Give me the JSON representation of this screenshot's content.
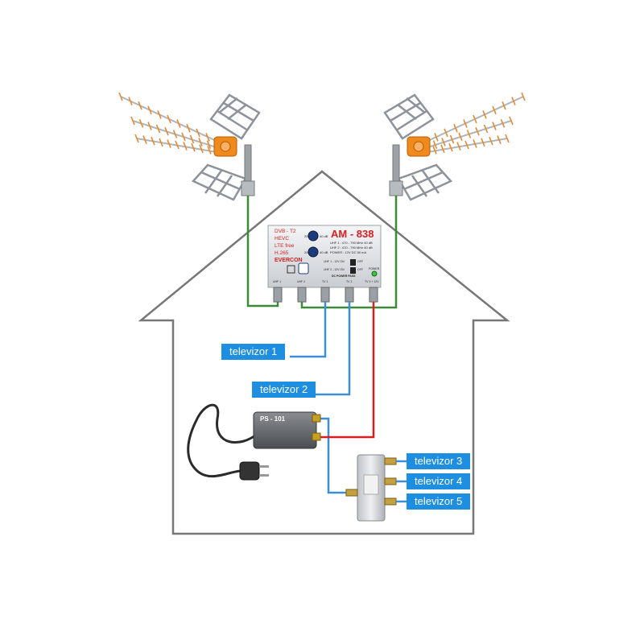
{
  "amplifier": {
    "model": "AM - 838",
    "features": [
      "DVB - T2",
      "HEVC",
      "LTE free",
      "H.265"
    ],
    "brand": "EVERCON",
    "spec_uhf1": "UHF 1 : 470 - 790 MHz 40 dB",
    "spec_uhf2": "UHF 2 : 470 - 790 MHz 40 dB",
    "spec_power": "POWER : 12V DC 50 mA",
    "switch_uhf1": "UHF 1 - 12V ON",
    "switch_uhf2": "UHF 2 - 12V ON",
    "switch_off": "OFF",
    "dc_power": "DC POWER PASS",
    "power_label": "POWER",
    "knob_min": "20",
    "knob_max": "40 dB",
    "ports": [
      "UHF 1",
      "UHF 2",
      "TV 1",
      "TV 2",
      "TV 3 + 12V"
    ]
  },
  "power_supply": {
    "label": "PS - 101"
  },
  "tv_labels": [
    "televizor 1",
    "televizor 2",
    "televizor 3",
    "televizor 4",
    "televizor 5"
  ],
  "colors": {
    "cable_green": "#3a8a3a",
    "cable_blue": "#3a8fd8",
    "cable_red": "#d82020",
    "label_bg": "#1e8ee0",
    "house_outline": "#777777"
  }
}
